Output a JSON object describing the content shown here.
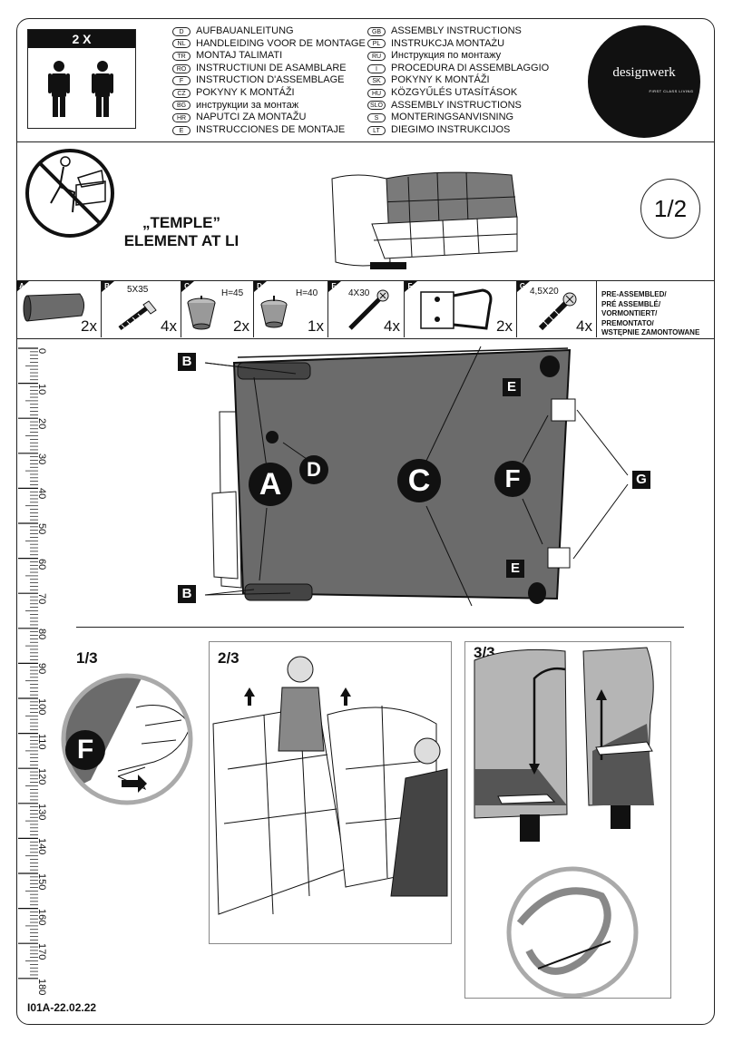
{
  "header": {
    "persons_label": "2 X",
    "languages": [
      {
        "code": "D",
        "text": "AUFBAUANLEITUNG"
      },
      {
        "code": "NL",
        "text": "HANDLEIDING VOOR DE MONTAGE"
      },
      {
        "code": "TR",
        "text": "MONTAJ TALIMATI"
      },
      {
        "code": "RO",
        "text": "INSTRUCTIUNI DE ASAMBLARE"
      },
      {
        "code": "F",
        "text": "INSTRUCTION D'ASSEMBLAGE"
      },
      {
        "code": "CZ",
        "text": "POKYNY K MONTÁŽI"
      },
      {
        "code": "BG",
        "text": "инструкции за монтаж"
      },
      {
        "code": "HR",
        "text": "NAPUTCI ZA MONTAŽU"
      },
      {
        "code": "E",
        "text": "INSTRUCCIONES DE MONTAJE"
      },
      {
        "code": "GB",
        "text": "ASSEMBLY INSTRUCTIONS"
      },
      {
        "code": "PL",
        "text": "INSTRUKCJA MONTAŻU"
      },
      {
        "code": "RU",
        "text": "Инструкция по монтажу"
      },
      {
        "code": "I",
        "text": "PROCEDURA DI ASSEMBLAGGIO"
      },
      {
        "code": "SK",
        "text": "POKYNY K MONTÁŽI"
      },
      {
        "code": "HU",
        "text": "KÖZGYŰLÉS UTASÍTÁSOK"
      },
      {
        "code": "SLO",
        "text": "ASSEMBLY INSTRUCTIONS"
      },
      {
        "code": "S",
        "text": "MONTERINGSANVISNING"
      },
      {
        "code": "LT",
        "text": "DIEGIMO INSTRUKCIJOS"
      }
    ],
    "logo_brand": "designwerk",
    "logo_tagline": "FIRST CLASS LIVING"
  },
  "product": {
    "title_line1": "„TEMPLE”",
    "title_line2": "ELEMENT AT LI",
    "page_fraction": "1/2"
  },
  "parts": [
    {
      "letter": "A",
      "dim": "",
      "qty": "2x"
    },
    {
      "letter": "B",
      "dim": "5X35",
      "qty": "4x"
    },
    {
      "letter": "C",
      "dim": "H=45",
      "qty": "2x"
    },
    {
      "letter": "D",
      "dim": "H=40",
      "qty": "1x"
    },
    {
      "letter": "E",
      "dim": "4X30",
      "qty": "4x"
    },
    {
      "letter": "F",
      "dim": "",
      "qty": "2x"
    },
    {
      "letter": "G",
      "dim": "4,5X20",
      "qty": "4x"
    }
  ],
  "preassembled": [
    "PRE-ASSEMBLED/",
    "PRÉ ASSEMBLÉ/",
    "VORMONTIERT/",
    "PREMONTATO/",
    "WSTĘPNIE ZAMONTOWANE"
  ],
  "ruler": [
    "0",
    "10",
    "20",
    "30",
    "40",
    "50",
    "60",
    "70",
    "80",
    "90",
    "100",
    "110",
    "120",
    "130",
    "140",
    "150",
    "160",
    "170",
    "180"
  ],
  "callouts": {
    "A": "A",
    "B": "B",
    "C": "C",
    "D": "D",
    "E": "E",
    "F": "F",
    "G": "G"
  },
  "steps": [
    "1/3",
    "2/3",
    "3/3"
  ],
  "footer_code": "I01A-22.02.22",
  "colors": {
    "ink": "#111111",
    "panel": "#6b6b6b",
    "sofa": "#7a7a7a",
    "light": "#d9d9d9"
  }
}
